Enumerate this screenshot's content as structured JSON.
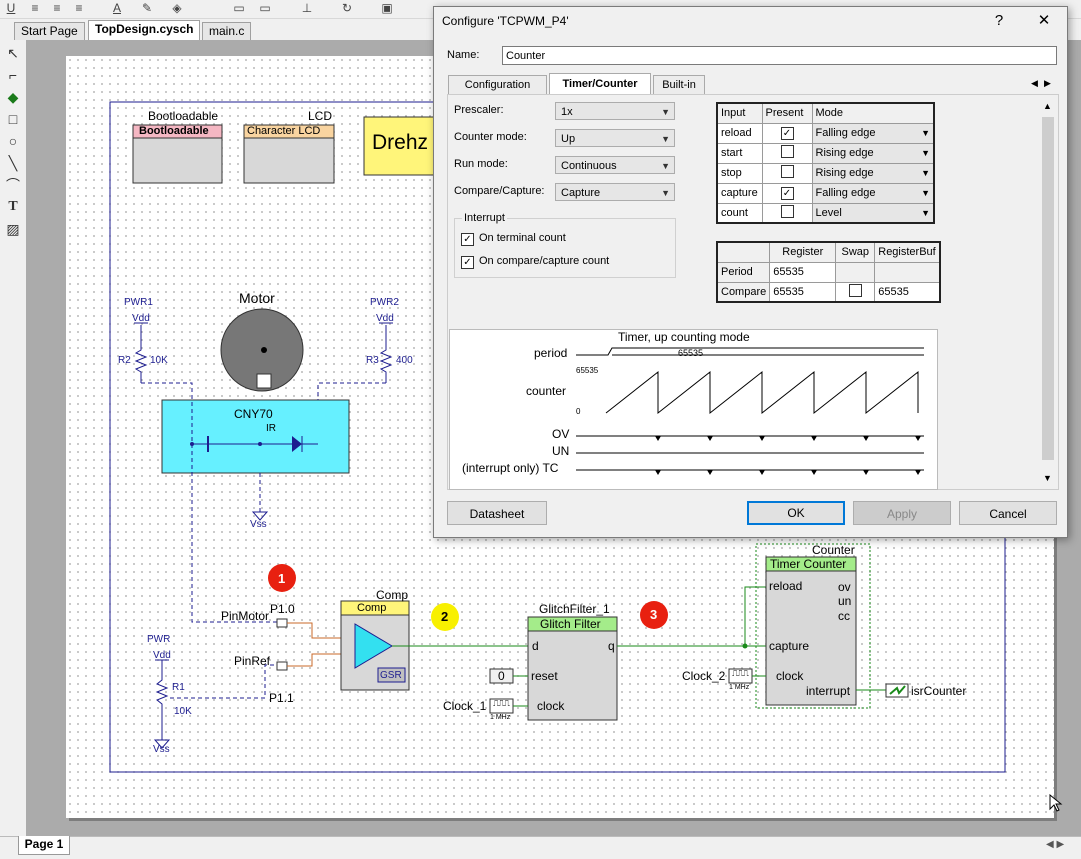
{
  "tabs": [
    "Start Page",
    "TopDesign.cysch",
    "main.c"
  ],
  "page_tab": "Page 1",
  "schematic": {
    "bootloadable_title": "Bootloadable",
    "bootloadable_label": "Bootloadable",
    "lcd_title": "LCD",
    "lcd_label": "Character LCD",
    "drehz": "Drehz",
    "motor": "Motor",
    "pwr1": "PWR1",
    "pwr2": "PWR2",
    "vdd": "Vdd",
    "r2": "R2",
    "r2v": "10K",
    "r3": "R3",
    "r3v": "400",
    "cny70": "CNY70",
    "ir": "IR",
    "vss": "Vss",
    "marker1": "1",
    "marker2": "2",
    "marker3": "3",
    "p10": "P1.0",
    "p11": "P1.1",
    "pinmotor": "PinMotor",
    "pinref": "PinRef",
    "pwr": "PWR",
    "r1": "R1",
    "r1v": "10K",
    "comp_title": "Comp",
    "comp_label": "Comp",
    "gsr": "GSR",
    "glitch_title": "GlitchFilter_1",
    "glitch_label": "Glitch Filter",
    "gf_d": "d",
    "gf_q": "q",
    "gf_reset": "reset",
    "gf_clock": "clock",
    "zero": "0",
    "clock1": "Clock_1",
    "clock1_freq": "1 MHz",
    "clock2": "Clock_2",
    "clock2_freq": "1 MHz",
    "counter_title": "Counter",
    "counter_label": "Timer Counter",
    "tc_reload": "reload",
    "tc_capture": "capture",
    "tc_clock": "clock",
    "tc_interrupt": "interrupt",
    "tc_ov": "ov",
    "tc_un": "un",
    "tc_cc": "cc",
    "isr": "isrCounter"
  },
  "dialog": {
    "title": "Configure 'TCPWM_P4'",
    "help": "?",
    "close": "✕",
    "name_label": "Name:",
    "name_value": "Counter",
    "tabs": [
      "Configuration",
      "Timer/Counter",
      "Built-in"
    ],
    "prescaler_label": "Prescaler:",
    "prescaler_value": "1x",
    "counter_mode_label": "Counter mode:",
    "counter_mode_value": "Up",
    "run_mode_label": "Run mode:",
    "run_mode_value": "Continuous",
    "compare_capture_label": "Compare/Capture:",
    "compare_capture_value": "Capture",
    "interrupt_group": "Interrupt",
    "on_terminal_count": "On terminal count",
    "on_terminal_count_checked": true,
    "on_compare_capture": "On compare/capture count",
    "on_compare_capture_checked": true,
    "input_table": {
      "headers": [
        "Input",
        "Present",
        "Mode"
      ],
      "rows": [
        {
          "input": "reload",
          "present": true,
          "mode": "Falling edge"
        },
        {
          "input": "start",
          "present": false,
          "mode": "Rising edge"
        },
        {
          "input": "stop",
          "present": false,
          "mode": "Rising edge"
        },
        {
          "input": "capture",
          "present": true,
          "mode": "Falling edge"
        },
        {
          "input": "count",
          "present": false,
          "mode": "Level"
        }
      ]
    },
    "register_table": {
      "headers": [
        "",
        "Register",
        "Swap",
        "RegisterBuf"
      ],
      "rows": [
        {
          "name": "Period",
          "register": "65535",
          "swap": "",
          "buf": ""
        },
        {
          "name": "Compare",
          "register": "65535",
          "swap": "checkbox",
          "buf": "65535"
        }
      ]
    },
    "diagram": {
      "title": "Timer, up counting mode",
      "period_label": "period",
      "period_value": "65535",
      "counter_label": "counter",
      "counter_max": "65535",
      "counter_min": "0",
      "ov": "OV",
      "un": "UN",
      "tc": "(interrupt only) TC"
    },
    "buttons": {
      "datasheet": "Datasheet",
      "ok": "OK",
      "apply": "Apply",
      "cancel": "Cancel"
    }
  }
}
